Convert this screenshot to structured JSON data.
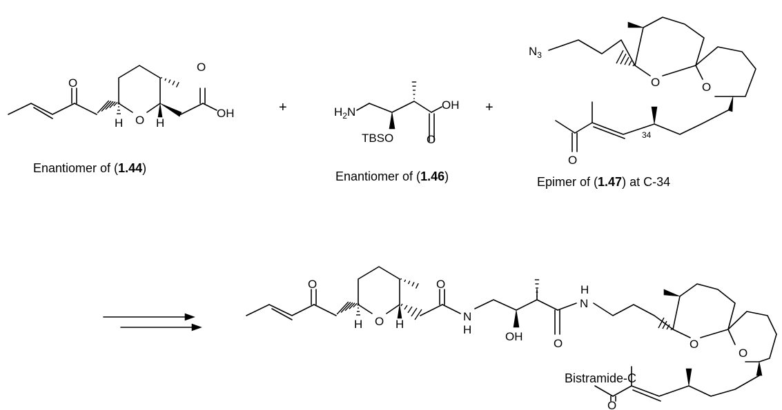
{
  "atoms": {
    "O": "O",
    "OH": "OH",
    "H": "H",
    "H2N_main": "H",
    "H2N_sub": "2",
    "H2N_tail": "N",
    "TBSO": "TBSO",
    "N3_main": "N",
    "N3_sub": "3",
    "N_amide": "N",
    "locant_34": "34"
  },
  "symbols": {
    "plus": "+"
  },
  "captions": {
    "c1_prefix": "Enantiomer of (",
    "c1_number": "1.44",
    "c1_suffix": ")",
    "c2_prefix": "Enantiomer of (",
    "c2_number": "1.46",
    "c2_suffix": ")",
    "c3_prefix": "Epimer of (",
    "c3_number": "1.47",
    "c3_suffix": ") at  C-34",
    "product": "Bistramide-C"
  }
}
